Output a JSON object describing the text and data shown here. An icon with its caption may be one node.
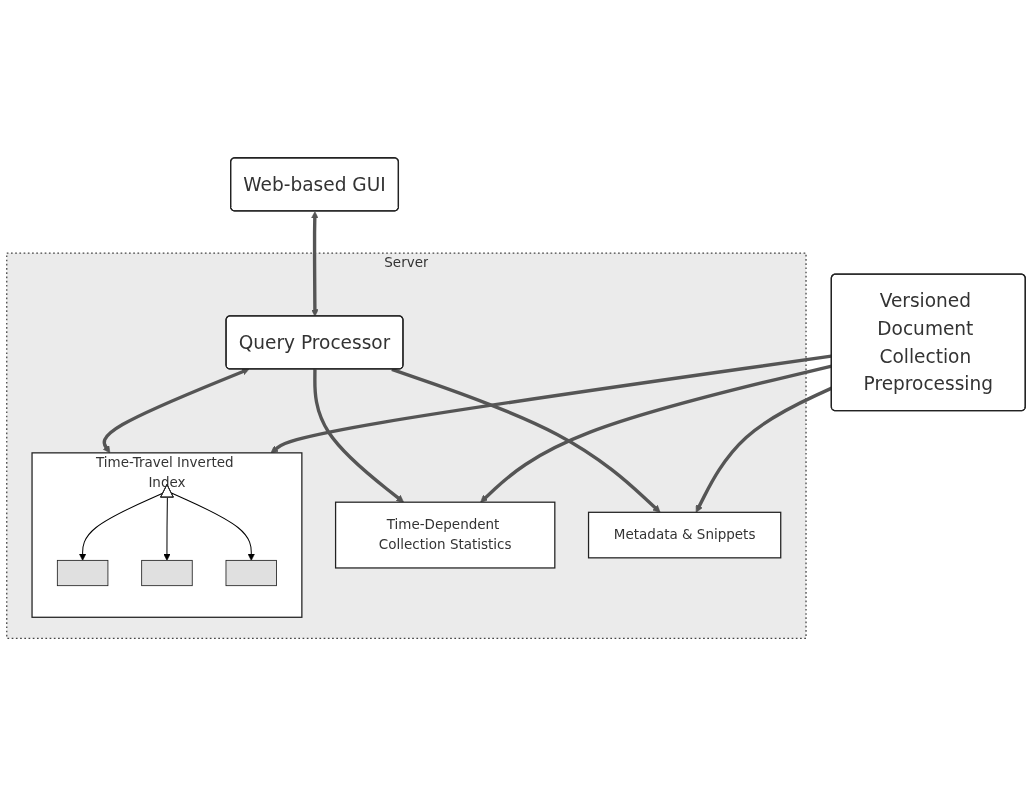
{
  "diagram": {
    "nodes": [
      {
        "text": [
          "Web-based GUI"
        ]
      },
      {
        "text": [
          "Server"
        ]
      },
      {
        "text": [
          "Query Processor"
        ],
        "in": 1
      },
      {
        "text": [
          "Time-Dependent Collection Statistics"
        ],
        "in": 1
      },
      {
        "text": [
          "Time-Travel Inverted Index"
        ],
        "in": 1
      },
      {
        "text": [
          "Metadata & Snippets"
        ],
        "in": 1
      },
      {
        "text": [
          "Versioned Document Collection Preprocessing"
        ]
      },
      {
        "text": [],
        "shape": "triangle",
        "in": 4
      },
      {
        "text": [],
        "shape": "bar",
        "in": 4
      },
      {
        "text": [],
        "shape": "bar",
        "in": 4
      },
      {
        "text": [],
        "shape": "bar",
        "in": 4
      }
    ],
    "edges": [
      {
        "from": 0,
        "to": 2,
        "arrow": "both"
      },
      {
        "from": 2,
        "to": 3,
        "arrow": "to"
      },
      {
        "from": 2,
        "to": 4,
        "arrow": "both"
      },
      {
        "from": 2,
        "to": 5,
        "arrow": "to"
      },
      {
        "from": 6,
        "to": 3,
        "arrow": "to"
      },
      {
        "from": 6,
        "to": 4,
        "arrow": "to"
      },
      {
        "from": 6,
        "to": 5,
        "arrow": "to"
      },
      {
        "from": 7,
        "to": 8,
        "arrow": "to",
        "color": "#000000"
      },
      {
        "from": 7,
        "to": 9,
        "arrow": "to",
        "color": "#000000"
      },
      {
        "from": 7,
        "to": 10,
        "arrow": "to",
        "color": "#000000"
      }
    ]
  }
}
